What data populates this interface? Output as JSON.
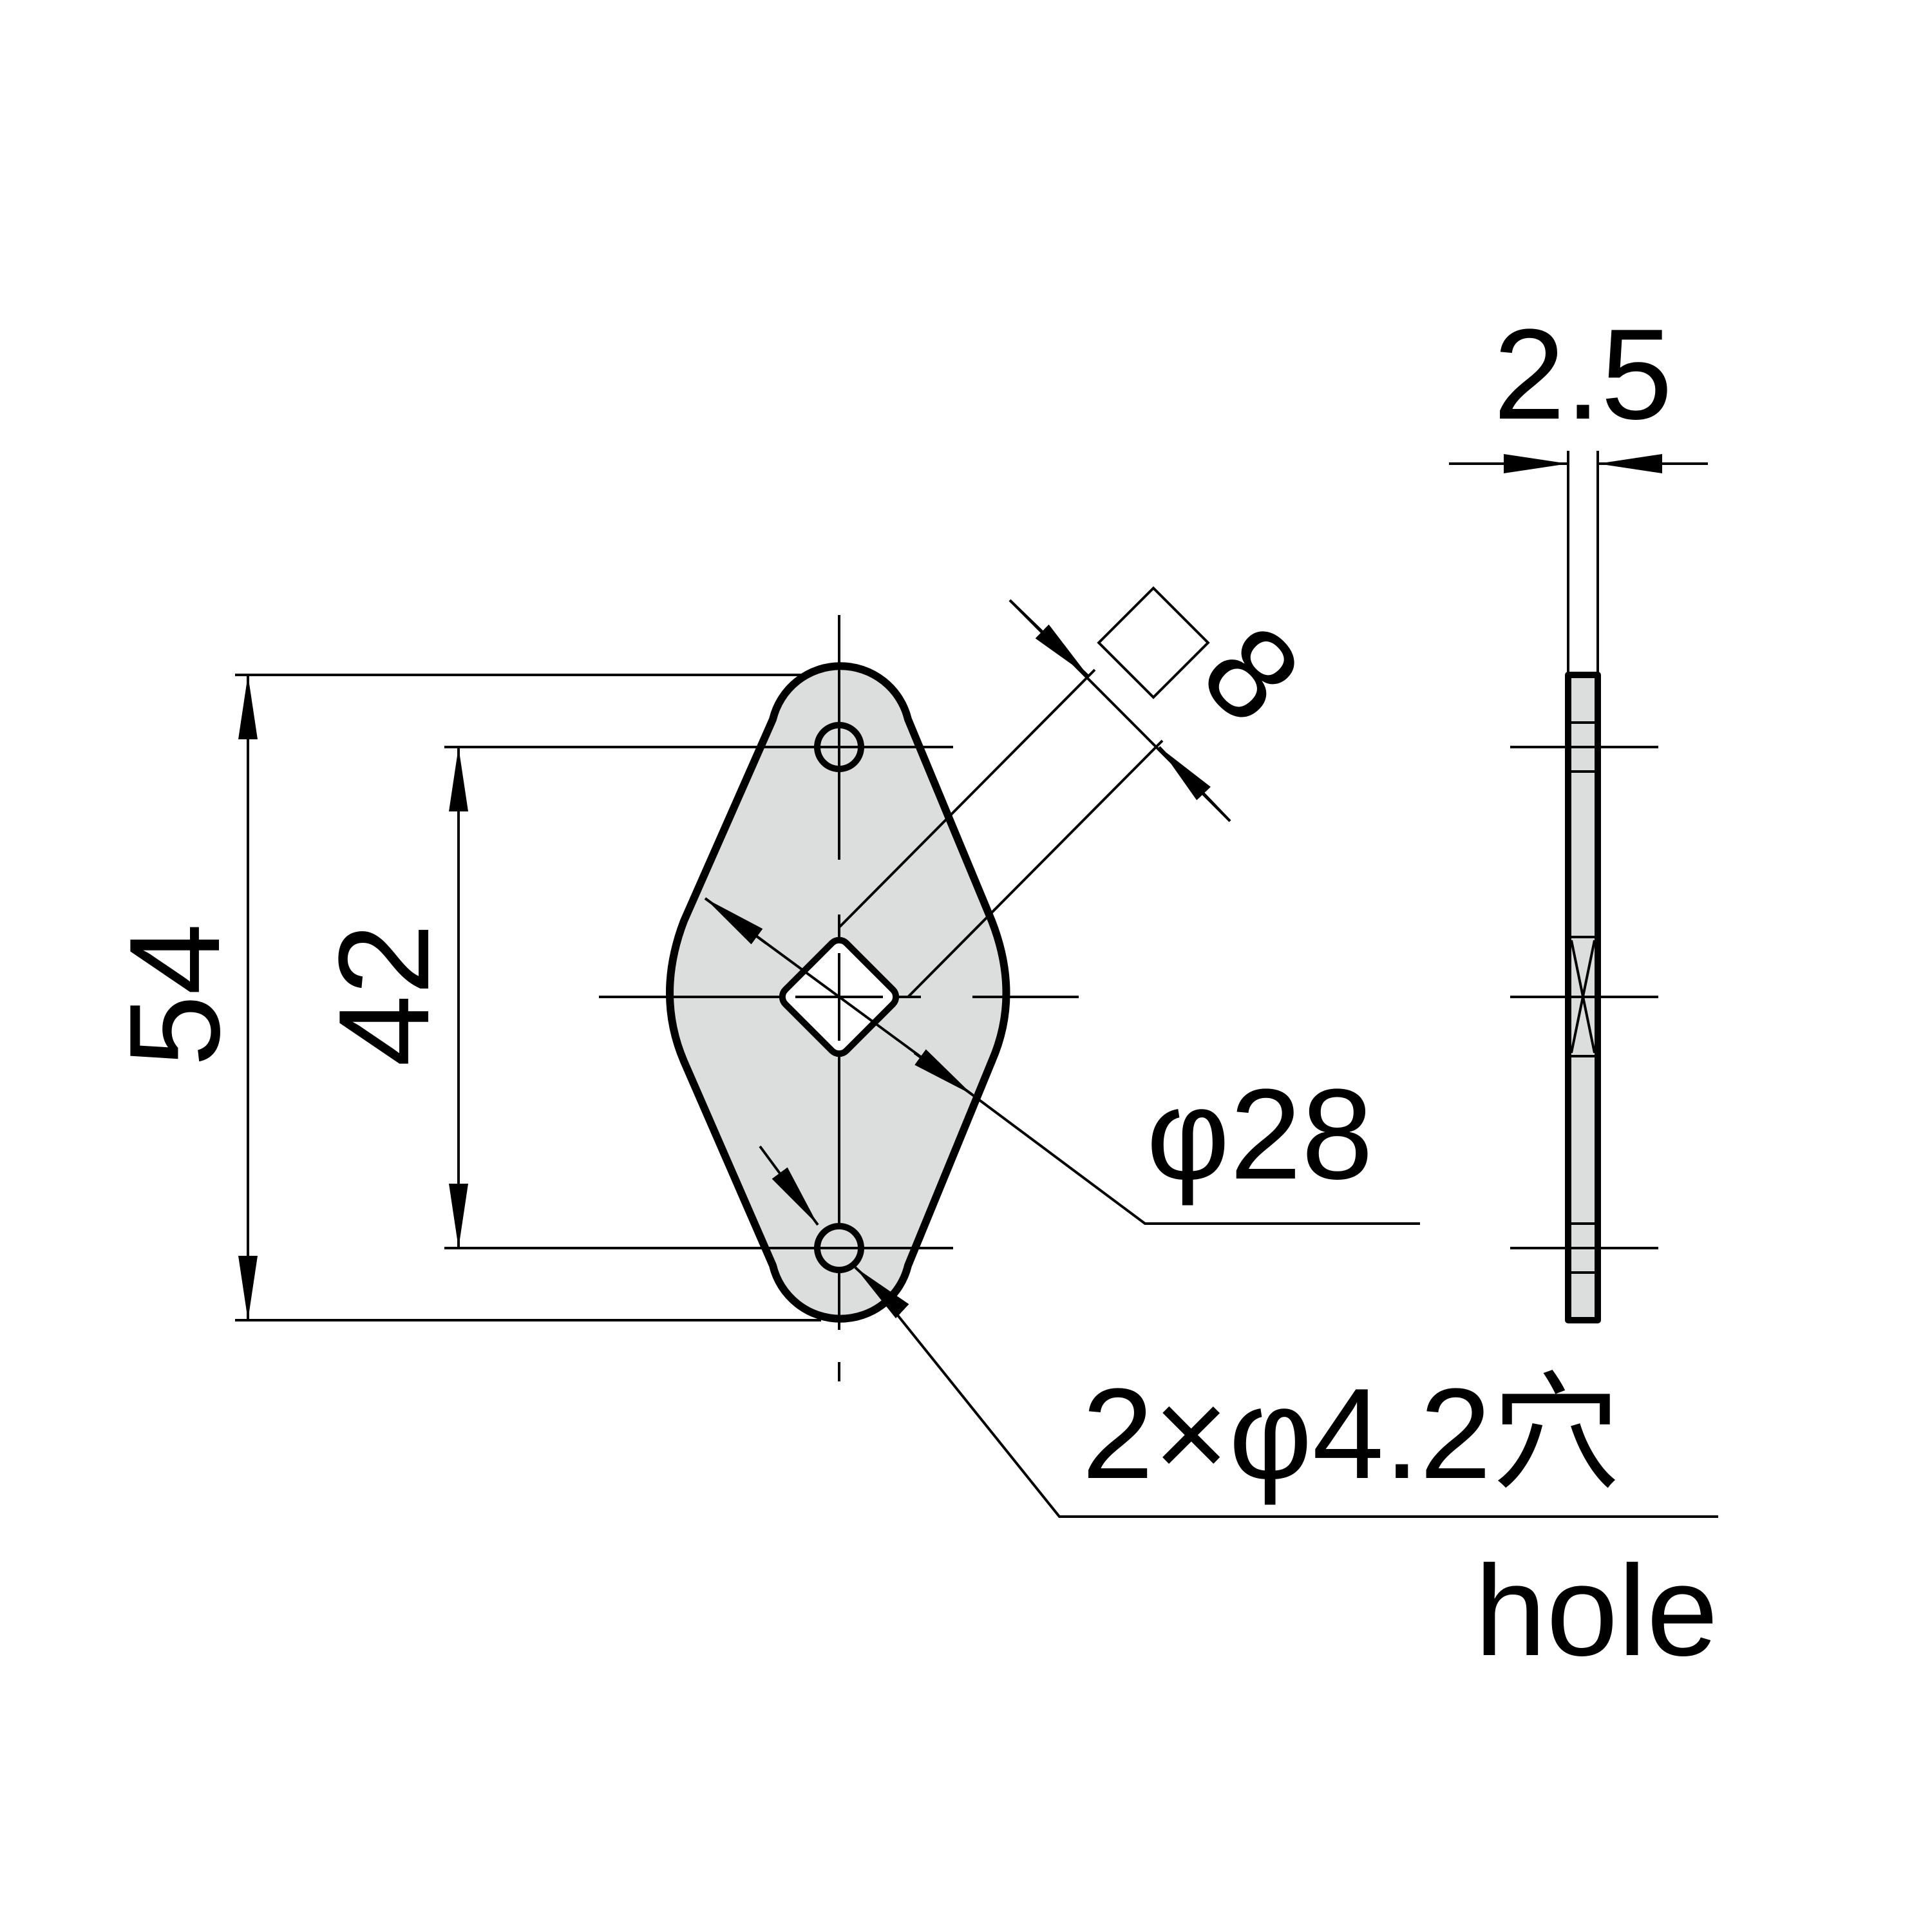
{
  "colors": {
    "part_fill": "#dcdedd",
    "outline": "#000000",
    "background": "#ffffff"
  },
  "dimensions": {
    "overall_height": "54",
    "hole_pitch": "42",
    "square_hole_size": "8",
    "outer_diameter": "φ28",
    "thickness": "2.5",
    "mounting_holes": "2×φ4.2穴",
    "mounting_holes_en": "hole"
  }
}
